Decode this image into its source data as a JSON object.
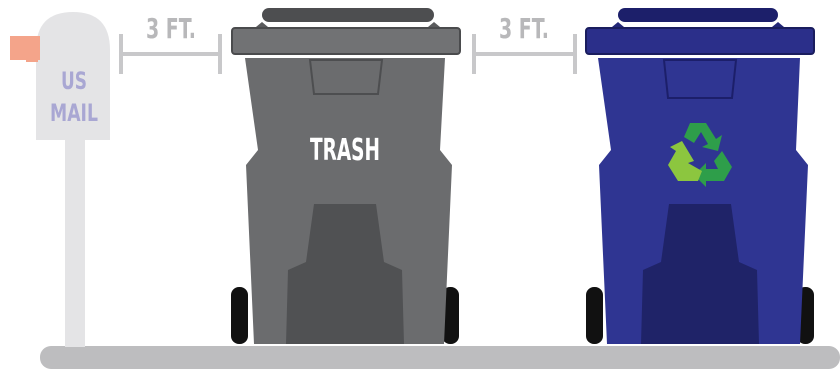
{
  "mailbox": {
    "line1": "US",
    "line2": "MAIL"
  },
  "spacing": {
    "left_label": "3 FT.",
    "right_label": "3 FT."
  },
  "trash_cart": {
    "label": "TRASH"
  },
  "recycle_cart": {
    "icon": "recycle-icon"
  },
  "colors": {
    "trash_body": "#6b6c6e",
    "trash_lid": "#717274",
    "trash_dark": "#505153",
    "recycle_body": "#2f3592",
    "recycle_lid": "#2b2f8a",
    "recycle_dark": "#1f2368",
    "recycle_symbol_dark": "#2e9e4a",
    "recycle_symbol_light": "#8cc63f",
    "mailbox": "#e4e4e6",
    "mailbox_text": "#a9a7d3",
    "mailbox_flag": "#f4a48a",
    "dimension_lines": "#c8c8ca",
    "ground": "#bdbdbf"
  }
}
